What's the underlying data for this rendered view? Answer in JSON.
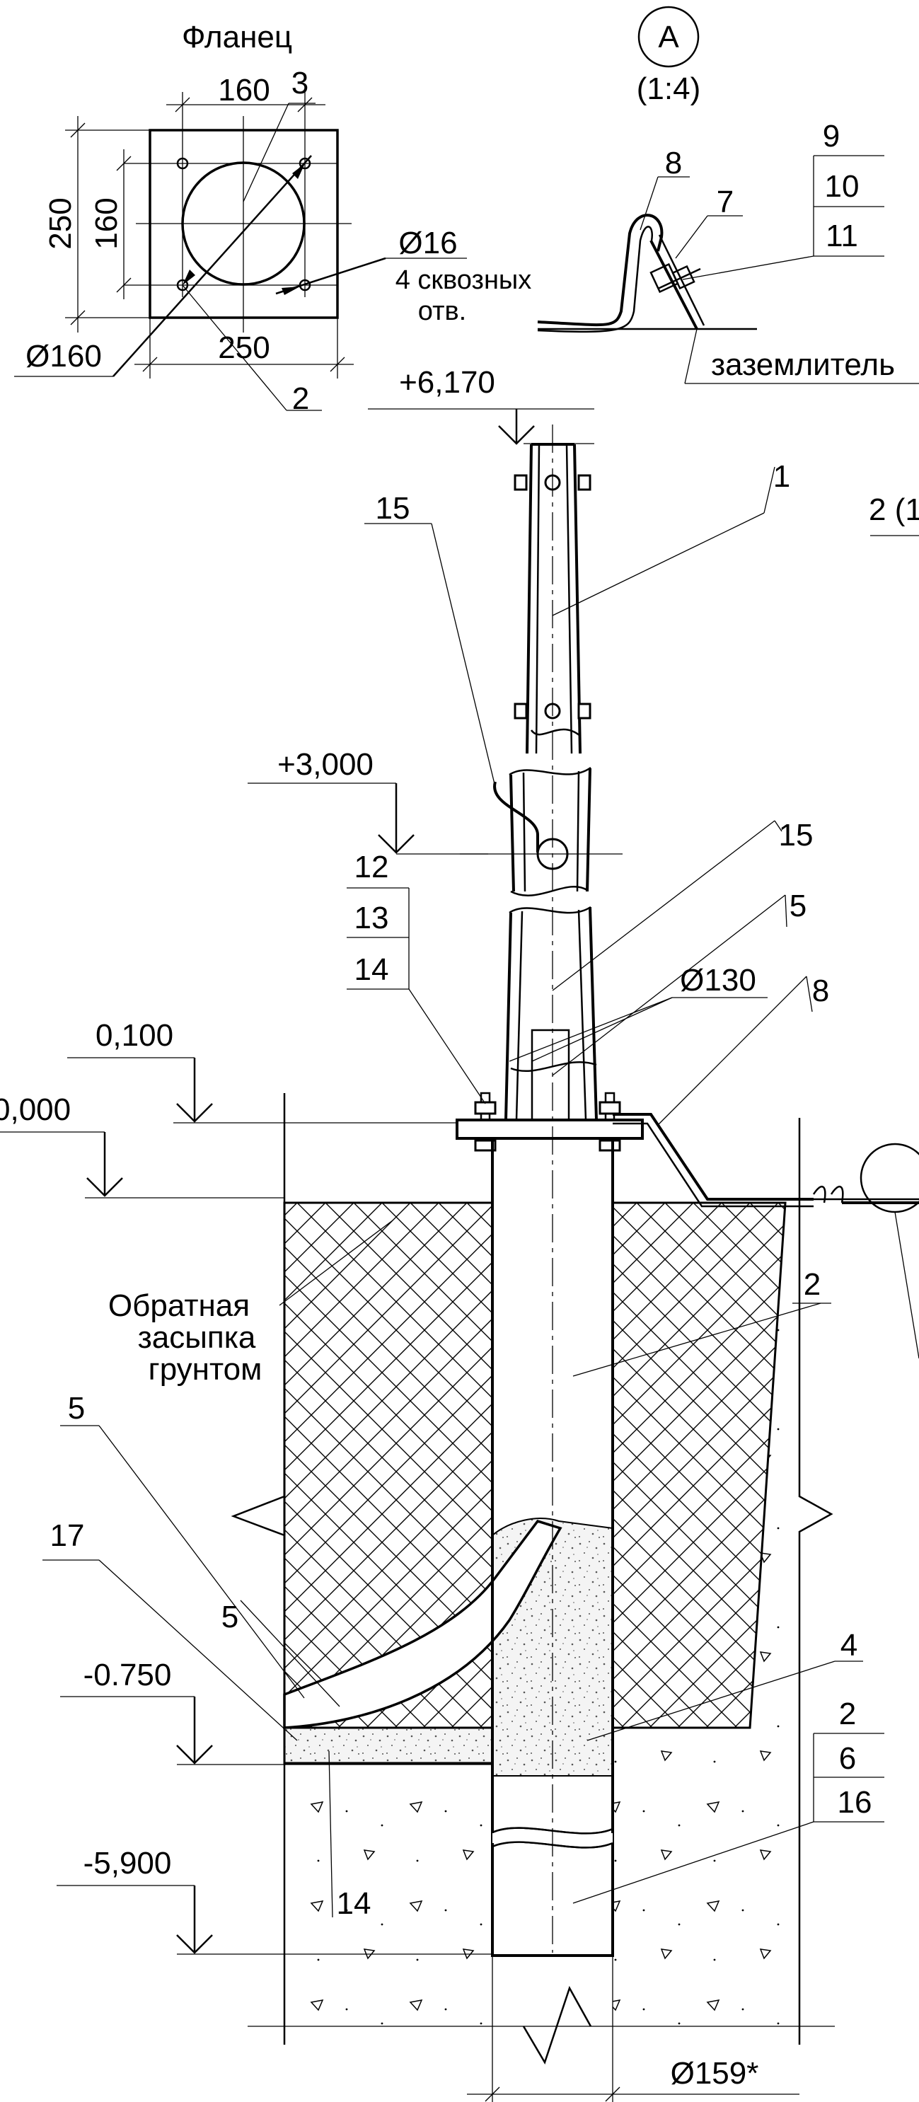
{
  "flange": {
    "title": "Фланец",
    "dim_top": "160",
    "dim_side_outer": "250",
    "dim_side_inner": "160",
    "dim_bottom": "250",
    "dim_circle": "Ø160",
    "hole_dia": "Ø16",
    "hole_note_1": "4 сквозных",
    "hole_note_2": "отв.",
    "callout_3": "3",
    "callout_2": "2"
  },
  "detail_a": {
    "letter": "A",
    "scale": "(1:4)",
    "callout_8": "8",
    "callout_7": "7",
    "callout_9": "9",
    "callout_10": "10",
    "callout_11": "11",
    "ground_label": "заземлитель"
  },
  "elevations": {
    "top": "+6,170",
    "mid": "+3,000",
    "e_0100": "0,100",
    "e_0000": "0,000",
    "e_0750": "-0.750",
    "e_5900": "-5,900"
  },
  "callouts": {
    "c1": "1",
    "c2_side": "2 (1",
    "c15_left": "15",
    "c15_right": "15",
    "c5_top": "5",
    "c8_right": "8",
    "c12": "12",
    "c13": "13",
    "c14": "14",
    "dia_130": "Ø130",
    "c2_mid": "2",
    "c5_left": "5",
    "c17": "17",
    "c5_inner": "5",
    "c4": "4",
    "c2_low": "2",
    "c6": "6",
    "c16": "16",
    "c14_low": "14",
    "dia_159": "Ø159*"
  },
  "backfill": {
    "line1": "Обратная",
    "line2": "засыпка",
    "line3": "грунтом"
  }
}
